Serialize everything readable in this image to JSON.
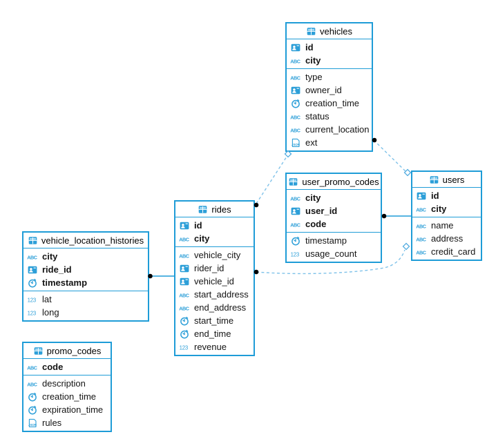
{
  "diagram": {
    "tables": [
      {
        "name": "vehicles",
        "columns": [
          {
            "name": "id",
            "type": "uuid",
            "pk": true
          },
          {
            "name": "city",
            "type": "string",
            "pk": true
          },
          {
            "name": "type",
            "type": "string",
            "pk": false
          },
          {
            "name": "owner_id",
            "type": "uuid",
            "pk": false
          },
          {
            "name": "creation_time",
            "type": "timestamp",
            "pk": false
          },
          {
            "name": "status",
            "type": "string",
            "pk": false
          },
          {
            "name": "current_location",
            "type": "string",
            "pk": false
          },
          {
            "name": "ext",
            "type": "json",
            "pk": false
          }
        ]
      },
      {
        "name": "user_promo_codes",
        "columns": [
          {
            "name": "city",
            "type": "string",
            "pk": true
          },
          {
            "name": "user_id",
            "type": "uuid",
            "pk": true
          },
          {
            "name": "code",
            "type": "string",
            "pk": true
          },
          {
            "name": "timestamp",
            "type": "timestamp",
            "pk": false
          },
          {
            "name": "usage_count",
            "type": "number",
            "pk": false
          }
        ]
      },
      {
        "name": "users",
        "columns": [
          {
            "name": "id",
            "type": "uuid",
            "pk": true
          },
          {
            "name": "city",
            "type": "string",
            "pk": true
          },
          {
            "name": "name",
            "type": "string",
            "pk": false
          },
          {
            "name": "address",
            "type": "string",
            "pk": false
          },
          {
            "name": "credit_card",
            "type": "string",
            "pk": false
          }
        ]
      },
      {
        "name": "rides",
        "columns": [
          {
            "name": "id",
            "type": "uuid",
            "pk": true
          },
          {
            "name": "city",
            "type": "string",
            "pk": true
          },
          {
            "name": "vehicle_city",
            "type": "string",
            "pk": false
          },
          {
            "name": "rider_id",
            "type": "uuid",
            "pk": false
          },
          {
            "name": "vehicle_id",
            "type": "uuid",
            "pk": false
          },
          {
            "name": "start_address",
            "type": "string",
            "pk": false
          },
          {
            "name": "end_address",
            "type": "string",
            "pk": false
          },
          {
            "name": "start_time",
            "type": "timestamp",
            "pk": false
          },
          {
            "name": "end_time",
            "type": "timestamp",
            "pk": false
          },
          {
            "name": "revenue",
            "type": "number",
            "pk": false
          }
        ]
      },
      {
        "name": "vehicle_location_histories",
        "columns": [
          {
            "name": "city",
            "type": "string",
            "pk": true
          },
          {
            "name": "ride_id",
            "type": "uuid",
            "pk": true
          },
          {
            "name": "timestamp",
            "type": "timestamp",
            "pk": true
          },
          {
            "name": "lat",
            "type": "number",
            "pk": false
          },
          {
            "name": "long",
            "type": "number",
            "pk": false
          }
        ]
      },
      {
        "name": "promo_codes",
        "columns": [
          {
            "name": "code",
            "type": "string",
            "pk": true
          },
          {
            "name": "description",
            "type": "string",
            "pk": false
          },
          {
            "name": "creation_time",
            "type": "timestamp",
            "pk": false
          },
          {
            "name": "expiration_time",
            "type": "timestamp",
            "pk": false
          },
          {
            "name": "rules",
            "type": "json",
            "pk": false
          }
        ]
      }
    ],
    "relationships": [
      {
        "from": "rides",
        "to": "vehicles",
        "style": "dashed",
        "from_marker": "dot",
        "to_marker": "diamond"
      },
      {
        "from": "vehicles",
        "to": "users",
        "style": "dashed",
        "from_marker": "dot",
        "to_marker": "diamond"
      },
      {
        "from": "user_promo_codes",
        "to": "users",
        "style": "solid",
        "from_marker": "dot",
        "to_marker": "none"
      },
      {
        "from": "rides",
        "to": "users",
        "style": "dashed",
        "from_marker": "dot",
        "to_marker": "diamond"
      },
      {
        "from": "vehicle_location_histories",
        "to": "rides",
        "style": "solid",
        "from_marker": "dot",
        "to_marker": "none"
      }
    ],
    "colors": {
      "table_border": "#1E9CD7",
      "icon_blue": "#2D9FD8",
      "relation_solid": "#1E9CD7",
      "relation_dashed": "#7FC2E9",
      "endpoint_dot": "#000000",
      "text": "#141414",
      "background": "#FFFFFF"
    }
  }
}
